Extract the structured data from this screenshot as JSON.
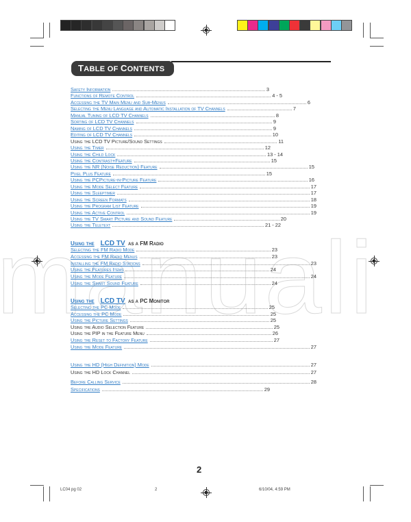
{
  "watermark": "manuali",
  "header": {
    "title_first": "T",
    "title_rest": "ABLE OF",
    "title_first2": "C",
    "title_rest2": "ONTENTS"
  },
  "section1": [
    {
      "text": "Safety Information",
      "page": "3"
    },
    {
      "text": "Functions of Remote Control",
      "page": "4 - 5"
    },
    {
      "text": "Accessing the TV Main Menu and Sub-Menus",
      "page": "6"
    },
    {
      "text": "Selecting the Menu Language and Automatic Installation of TV Channels",
      "page": "7"
    },
    {
      "text": "Manual Tuning of LCD TV Channels",
      "page": "8"
    },
    {
      "text": "Sorting of LCD TV Channels",
      "page": "9"
    },
    {
      "text": "Naming of LCD TV Channels",
      "page": "9"
    },
    {
      "text": "Editing of LCD TV Channels",
      "page": "10"
    },
    {
      "text": "Using the LCD TV Picture/Sound Settings",
      "page": "11"
    },
    {
      "text": "Using the Timer",
      "page": "12"
    },
    {
      "text": "Using the Child Lock",
      "page": "13 - 14"
    },
    {
      "text": "Using the Contrast+Feature",
      "page": "15"
    },
    {
      "text": "Using the NR (Noise Reduction) Feature",
      "page": "15"
    },
    {
      "text": "Pixel Plus Feature",
      "page": "15"
    },
    {
      "text": "Using the PCPicture-in-Picture Feature",
      "page": "16"
    },
    {
      "text": "Using the Mode Select Feature",
      "page": "17"
    },
    {
      "text": "Using the Sleeptimer",
      "page": "17"
    },
    {
      "text": "Using the Screen Formats",
      "page": "18"
    },
    {
      "text": "Using the Program List Feature",
      "page": "19"
    },
    {
      "text": "Using the Active Control",
      "page": "19"
    },
    {
      "text": "Using the TV Smart Picture and Sound Feature",
      "page": "20"
    },
    {
      "text": "Using the Teletext",
      "page": "21 - 22"
    }
  ],
  "section2": {
    "heading_a": "Using the",
    "heading_b": "LCD TV",
    "heading_c": "as a FM Radio",
    "items": [
      {
        "text": "Selecting the FM Radio Mode",
        "page": "23"
      },
      {
        "text": "Accessing the FM Radio Menus",
        "page": "23"
      },
      {
        "text": "Installing the FM Radio Stations",
        "page": "23"
      },
      {
        "text": "Using the Features Items",
        "page": "24"
      },
      {
        "text": "Using the Mode Feature",
        "page": "24"
      },
      {
        "text": "Using the Smart Sound Feature",
        "page": "24"
      }
    ]
  },
  "section3": {
    "heading_a": "Using the",
    "heading_b": "LCD TV",
    "heading_c": "as a PC Monitor",
    "items": [
      {
        "text": "Selecting the PC Mode",
        "page": "25"
      },
      {
        "text": "Accessing the PC Mode",
        "page": "25"
      },
      {
        "text": "Using the Picture Settings",
        "page": "25"
      },
      {
        "text": "Using the Audio Selection Feature",
        "page": "25"
      },
      {
        "text": "Using the PIP in the Feature Menu",
        "page": "26"
      },
      {
        "text": "Using the Reset to Factory Feature",
        "page": "27"
      },
      {
        "text": "Using the Mode Feature",
        "page": "27"
      }
    ]
  },
  "section4": [
    {
      "text": "Using the HD (High Definition) Mode",
      "page": "27"
    },
    {
      "text": "Using the HD Lock Channel",
      "page": "27"
    }
  ],
  "section5": [
    {
      "text": "Before Calling Service",
      "page": "28"
    },
    {
      "text": "Specifications",
      "page": "29"
    }
  ],
  "page_number": "2",
  "footer": {
    "file": "LC04 pg 02",
    "page": "2",
    "date": "6/10/04, 4:59 PM"
  },
  "colors": {
    "link": "#2f7bc4",
    "pill": "#3a3a3a"
  }
}
